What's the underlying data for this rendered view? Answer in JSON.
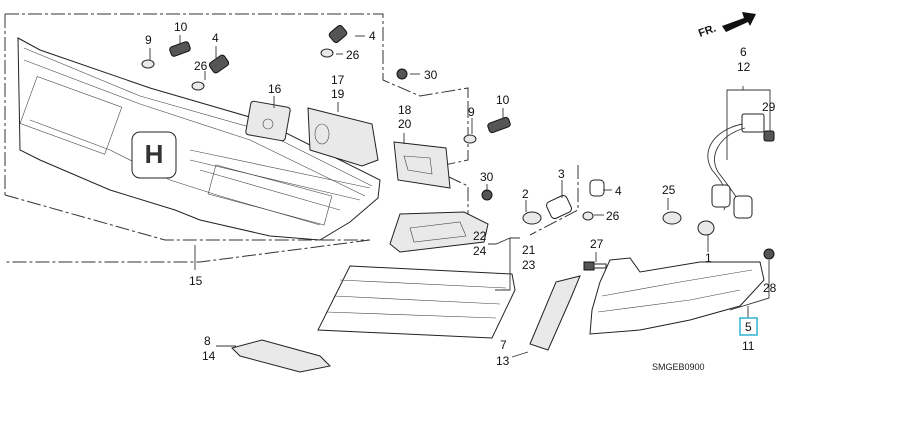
{
  "diagram": {
    "title": "Front grille / rear combination light parts diagram",
    "drawing_code": "SMGEB0900",
    "direction_label": "FR.",
    "highlight_color": "#3bb7d6",
    "highlighted_part": "5",
    "callouts": {
      "c9a": "9",
      "c10a": "10",
      "c4a": "4",
      "c26a": "26",
      "c4b": "4",
      "c26b": "26",
      "c30a": "30",
      "c16": "16",
      "c17": "17",
      "c19": "19",
      "c18": "18",
      "c20": "20",
      "c9b": "9",
      "c10b": "10",
      "c30b": "30",
      "c2": "2",
      "c3": "3",
      "c4c": "4",
      "c26c": "26",
      "c22": "22",
      "c24": "24",
      "c21": "21",
      "c23": "23",
      "c27": "27",
      "c25": "25",
      "c1": "1",
      "c6": "6",
      "c12": "12",
      "c29": "29",
      "c28": "28",
      "c5": "5",
      "c11": "11",
      "c15": "15",
      "c8": "8",
      "c14": "14",
      "c7": "7",
      "c13": "13"
    },
    "parts": [
      {
        "id": "grille",
        "name": "front grille",
        "ref": "15"
      },
      {
        "id": "bulb-9",
        "name": "bulb",
        "ref": "9"
      },
      {
        "id": "socket-10",
        "name": "socket",
        "ref": "10"
      },
      {
        "id": "socket-4",
        "name": "socket",
        "ref": "4"
      },
      {
        "id": "bulb-26",
        "name": "bulb",
        "ref": "26"
      },
      {
        "id": "nut-30",
        "name": "nut",
        "ref": "30"
      },
      {
        "id": "gasket-16",
        "name": "gasket",
        "ref": "16"
      },
      {
        "id": "gasket-17-19",
        "name": "gasket",
        "ref": "17/19"
      },
      {
        "id": "gasket-18-20",
        "name": "gasket",
        "ref": "18/20"
      },
      {
        "id": "bulb-2",
        "name": "bulb",
        "ref": "2"
      },
      {
        "id": "socket-3",
        "name": "socket",
        "ref": "3"
      },
      {
        "id": "gasket-22-24",
        "name": "gasket",
        "ref": "22/24"
      },
      {
        "id": "lid-light-21-23",
        "name": "lid light",
        "ref": "21/23"
      },
      {
        "id": "reflector-8-14",
        "name": "reflector",
        "ref": "8/14"
      },
      {
        "id": "side-light-7-13",
        "name": "side light",
        "ref": "7/13"
      },
      {
        "id": "bolt-27",
        "name": "bolt",
        "ref": "27"
      },
      {
        "id": "bulb-25",
        "name": "bulb",
        "ref": "25"
      },
      {
        "id": "bulb-1",
        "name": "bulb",
        "ref": "1"
      },
      {
        "id": "harness-6-12",
        "name": "wire harness",
        "ref": "6/12"
      },
      {
        "id": "clip-29",
        "name": "clip",
        "ref": "29"
      },
      {
        "id": "screw-28",
        "name": "screw",
        "ref": "28"
      },
      {
        "id": "taillight-5-11",
        "name": "rear combination light",
        "ref": "5/11"
      }
    ]
  }
}
